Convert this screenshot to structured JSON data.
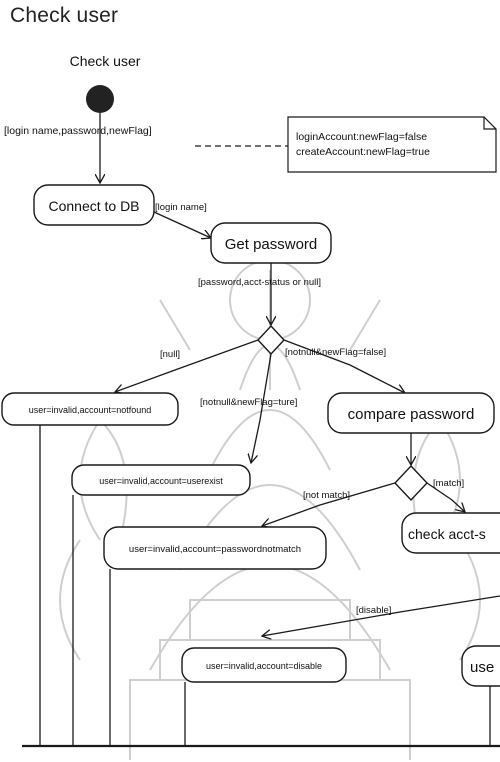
{
  "page_title": "Check user",
  "diagram": {
    "title": "Check user",
    "input_label": "[login name,password,newFlag]",
    "note_lines": [
      "loginAccount:newFlag=false",
      "createAccount:newFlag=true"
    ],
    "nodes": {
      "connect_db": "Connect to DB",
      "get_password": "Get password",
      "not_found": "user=invalid,account=notfound",
      "user_exist": "user=invalid,account=userexist",
      "compare_password": "compare password",
      "password_not_match": "user=invalid,account=passwordnotmatch",
      "check_acct_status": "check acct-s",
      "disable": "user=invalid,account=disable",
      "user_partial": "use"
    },
    "guards": {
      "login_name": "[login name]",
      "password_status": "[password,acct-status or null]",
      "null": "[null]",
      "notnull_false": "[notnull&newFlag=false]",
      "notnull_true": "[notnull&newFlag=ture]",
      "not_match": "[not match]",
      "match": "[match]",
      "disable": "[disable]"
    }
  },
  "colors": {
    "line": "#1a1a1a",
    "node_fill": "#ffffff",
    "start": "#222222",
    "watermark": "#c9c9c9"
  }
}
